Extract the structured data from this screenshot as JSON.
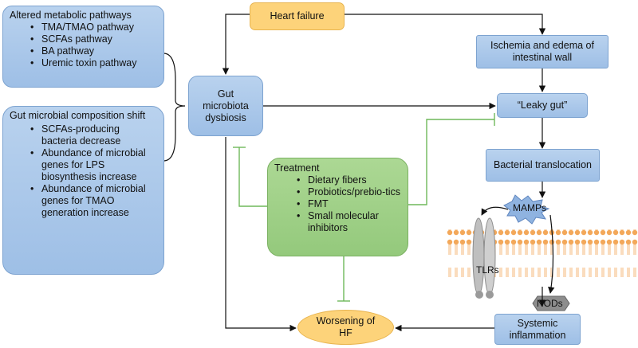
{
  "metabolic": {
    "title": "Altered metabolic pathways",
    "items": [
      "TMA/TMAO pathway",
      "SCFAs pathway",
      "BA pathway",
      "Uremic toxin pathway"
    ]
  },
  "composition": {
    "title": "Gut microbial composition shift",
    "items": [
      "SCFAs-producing bacteria decrease",
      " Abundance of microbial genes for LPS biosynthesis increase",
      "Abundance of microbial genes for TMAO generation increase"
    ]
  },
  "nodes": {
    "heart_failure": "Heart failure",
    "gut_dysbiosis": "Gut microbiota dysbiosis",
    "ischemia": "Ischemia and edema of intestinal wall",
    "leaky_gut": "“Leaky gut”",
    "translocation": "Bacterial translocation",
    "mamps": "MAMPs",
    "tlrs": "TLRs",
    "nods": "NODs",
    "systemic": "Systemic inflammation",
    "worsening": "Worsening of HF"
  },
  "treatment": {
    "title": "Treatment",
    "items": [
      "Dietary fibers",
      "Probiotics/prebio-tics",
      "FMT",
      "Small molecular inhibitors"
    ]
  },
  "colors": {
    "blue_fill": "#a9c7ea",
    "orange_fill": "#fdd37a",
    "green_fill": "#9ccf83",
    "inhibit_line": "#6fb85a",
    "membrane": "#f3a85a"
  }
}
